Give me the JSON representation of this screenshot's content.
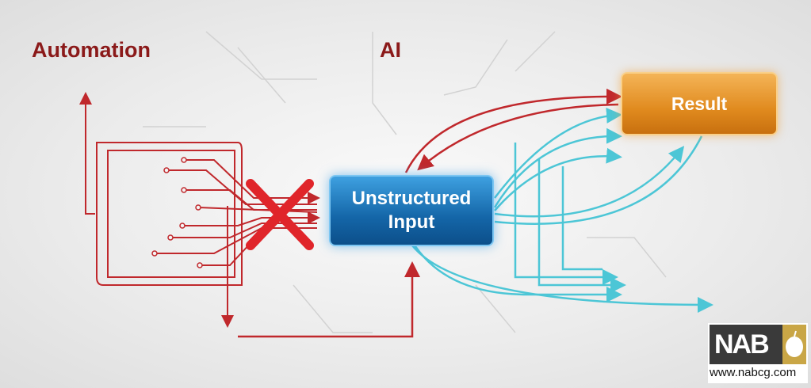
{
  "labels": {
    "automation": "Automation",
    "ai": "AI"
  },
  "boxes": {
    "input_line1": "Unstructured",
    "input_line2": "Input",
    "result": "Result"
  },
  "logo": {
    "name": "NAB",
    "url": "www.nabcg.com"
  },
  "colors": {
    "red": "#c0282c",
    "cyan": "#4cc6d6",
    "blue": "#1466a8",
    "orange": "#e08a1e",
    "label": "#8b1a1a"
  }
}
